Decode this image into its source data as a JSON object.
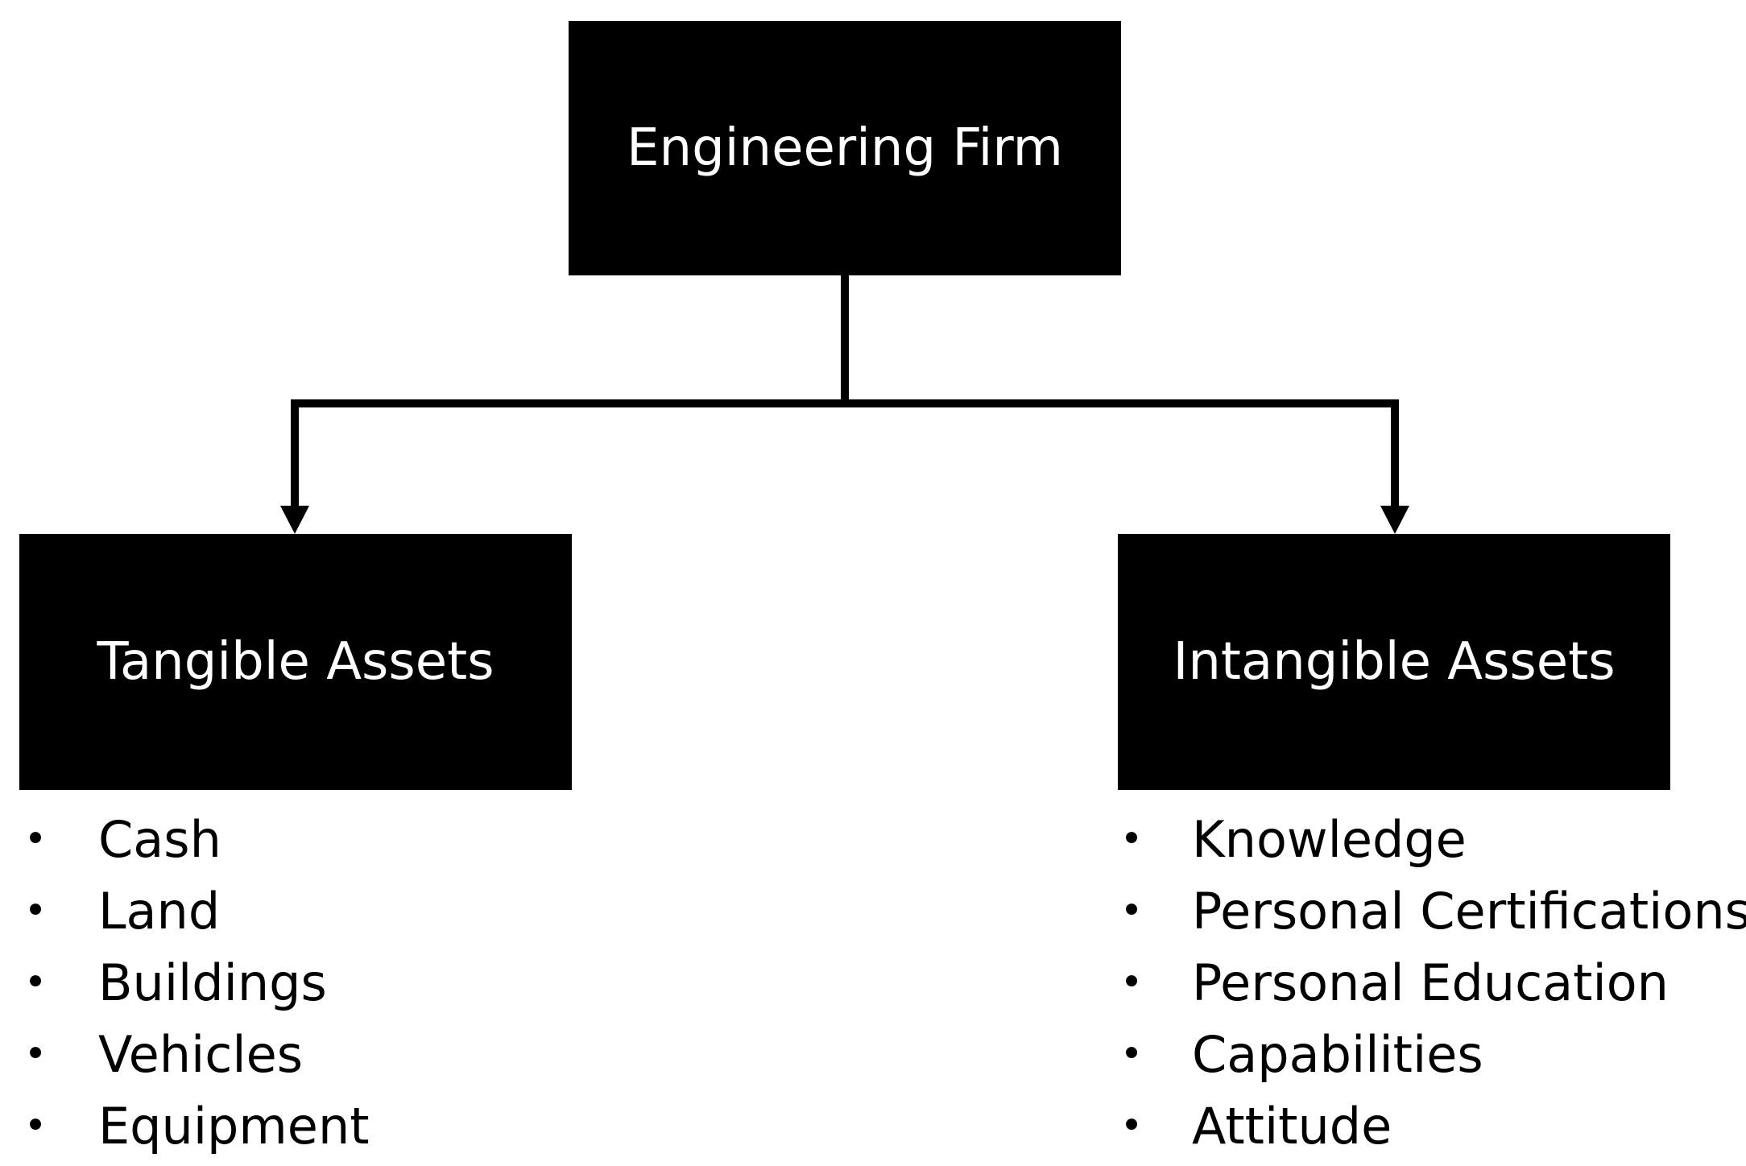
{
  "nodes": {
    "root": "Engineering Firm",
    "left": "Tangible Assets",
    "right": "Intangible Assets"
  },
  "tangible_items": [
    "Cash",
    "Land",
    "Buildings",
    "Vehicles",
    "Equipment"
  ],
  "intangible_items": [
    "Knowledge",
    "Personal Certifications",
    "Personal Education",
    "Capabilities",
    "Attitude"
  ],
  "bullet": "•",
  "colors": {
    "box": "#000000",
    "box_text": "#ffffff",
    "line": "#000000"
  }
}
